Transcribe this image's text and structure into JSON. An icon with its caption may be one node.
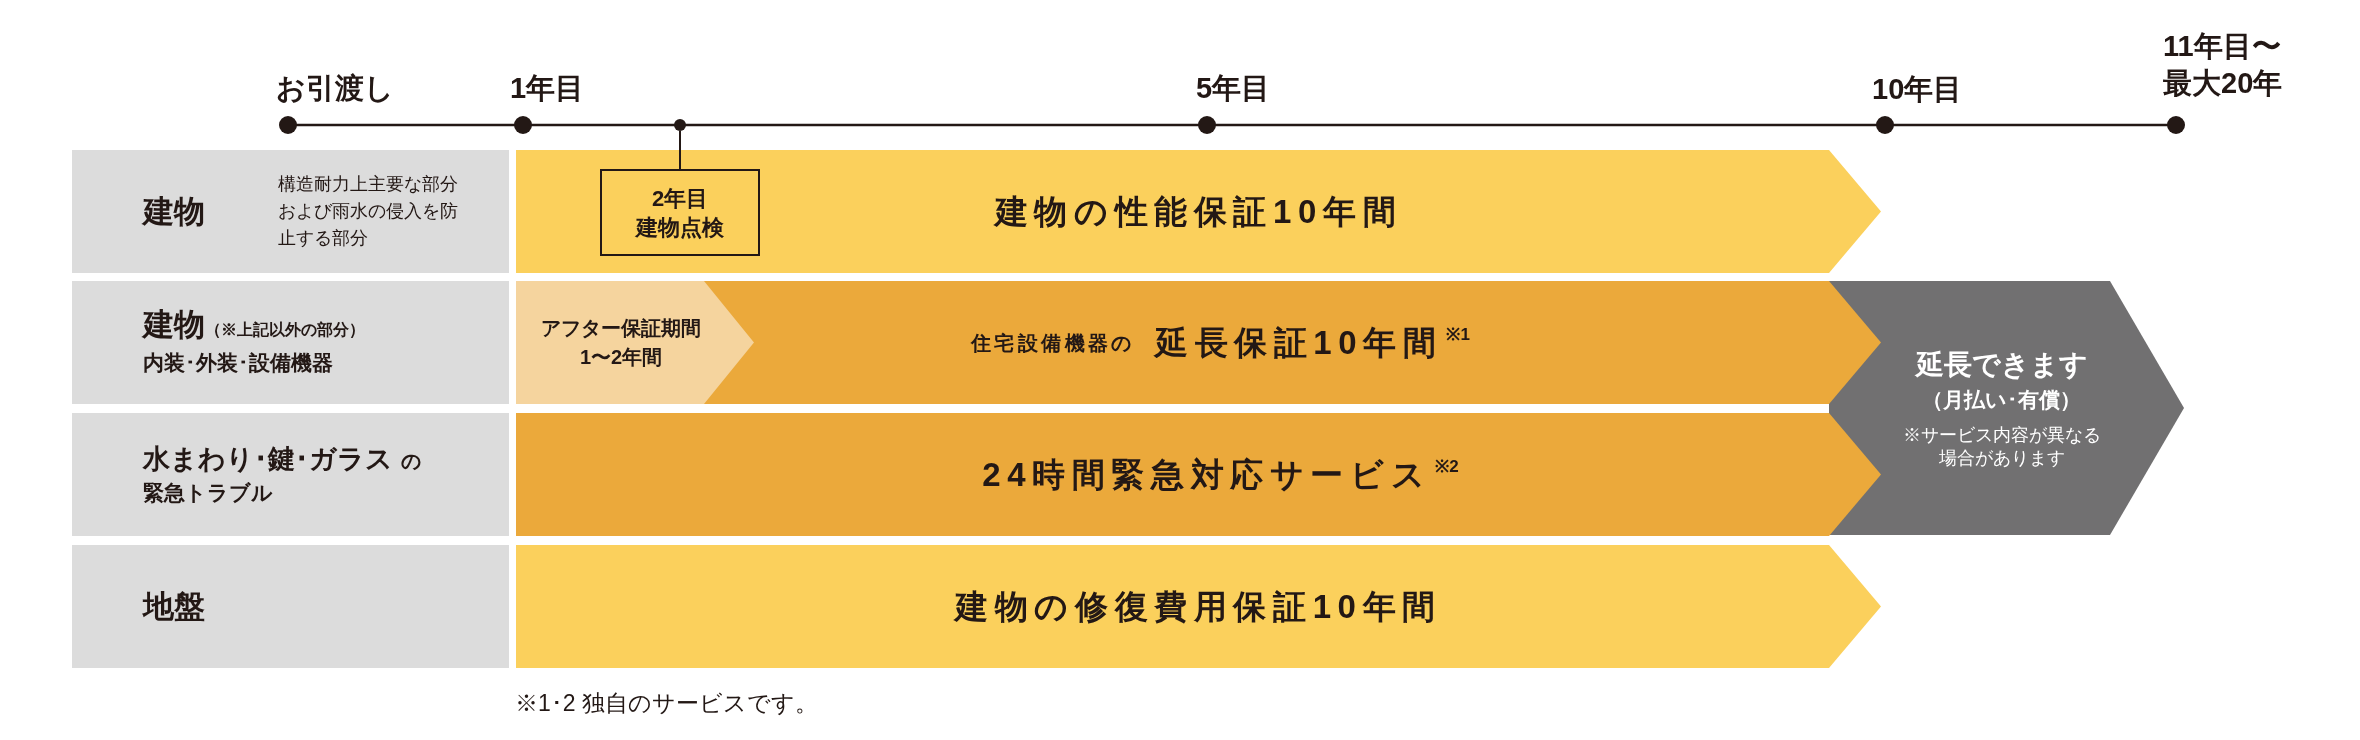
{
  "diagram": {
    "nodes": [
      {
        "text": [],
        "shape": "circle"
      },
      {
        "text": [
          "建物",
          "構造耐力上主要な部分および雨水の侵入を防止する部分"
        ]
      },
      {
        "text": [
          "建物の性能保証10年間"
        ]
      },
      {
        "text": [
          "2年目",
          "建物点検"
        ],
        "in": 2
      },
      {
        "text": [
          "建物",
          "（※上記以外の部分）",
          "内装･外装･設備機器"
        ]
      },
      {
        "text": [
          "住宅設備機器の",
          "延長保証10年間$^{※1}$"
        ]
      },
      {
        "text": [
          "アフター保証期間1〜2年間"
        ],
        "in": 5
      },
      {
        "text": [
          "延長できます",
          "（月払い･有償）",
          "※サービス内容が異なる場合があります"
        ]
      },
      {
        "text": [
          "水まわり･鍵･ガラス",
          "の",
          "緊急トラブル"
        ]
      },
      {
        "text": [
          "24時間緊急対応サービス$^{※2}$"
        ]
      },
      {
        "text": [
          "地盤"
        ]
      },
      {
        "text": [
          "建物の修復費用保証10年間"
        ]
      }
    ],
    "edges": [
      {
        "from": 3,
        "to": 0,
        "arrow": "none"
      }
    ],
    "labels": [
      "お引渡し",
      "1年目",
      "5年目",
      "10年目",
      "11年目〜最大20年",
      "※1･2 独自のサービスです。"
    ]
  }
}
